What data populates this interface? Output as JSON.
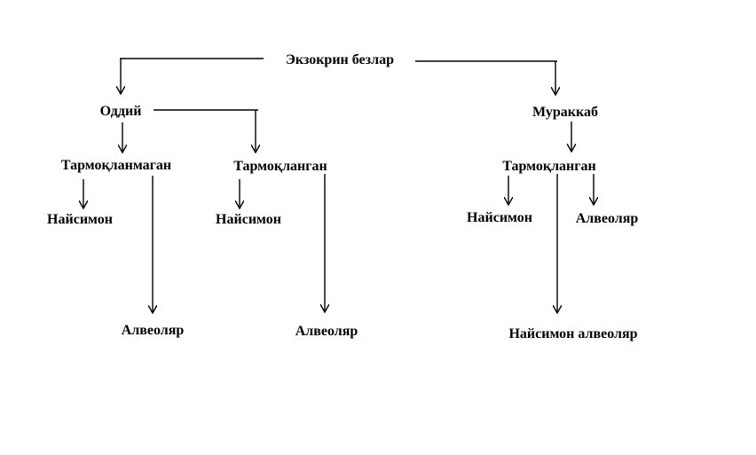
{
  "nodes": {
    "root": "Экзокрин безлар",
    "simple": "Оддий",
    "compound": "Мураккаб",
    "simple_unbranched": "Тармоқланмаган",
    "simple_unbranched_tubular": "Найсимон",
    "simple_unbranched_alveolar": "Алвеоляр",
    "simple_branched": "Тармоқланган",
    "simple_branched_tubular": "Найсимон",
    "simple_branched_alveolar": "Алвеоляр",
    "compound_branched": "Тармоқланган",
    "compound_branched_tubular": "Найсимон",
    "compound_branched_alveolar": "Алвеоляр",
    "compound_branched_tubuloalveolar": "Найсимон алвеоляр"
  }
}
